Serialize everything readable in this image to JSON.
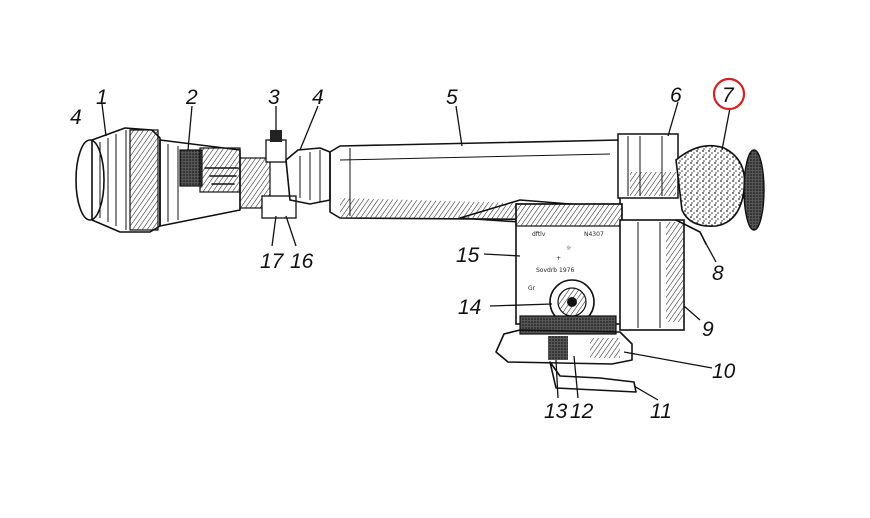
{
  "figure": {
    "callouts": [
      {
        "id": "4a",
        "text": "4"
      },
      {
        "id": "1",
        "text": "1"
      },
      {
        "id": "2",
        "text": "2"
      },
      {
        "id": "3",
        "text": "3"
      },
      {
        "id": "4",
        "text": "4"
      },
      {
        "id": "5",
        "text": "5"
      },
      {
        "id": "6",
        "text": "6"
      },
      {
        "id": "7",
        "text": "7"
      },
      {
        "id": "8",
        "text": "8"
      },
      {
        "id": "9",
        "text": "9"
      },
      {
        "id": "10",
        "text": "10"
      },
      {
        "id": "11",
        "text": "11"
      },
      {
        "id": "12",
        "text": "12"
      },
      {
        "id": "13",
        "text": "13"
      },
      {
        "id": "14",
        "text": "14"
      },
      {
        "id": "15",
        "text": "15"
      },
      {
        "id": "16",
        "text": "16"
      },
      {
        "id": "17",
        "text": "17"
      }
    ],
    "highlighted_callout": "7",
    "highlight_color": "#d62020",
    "ink_color": "#111111"
  }
}
